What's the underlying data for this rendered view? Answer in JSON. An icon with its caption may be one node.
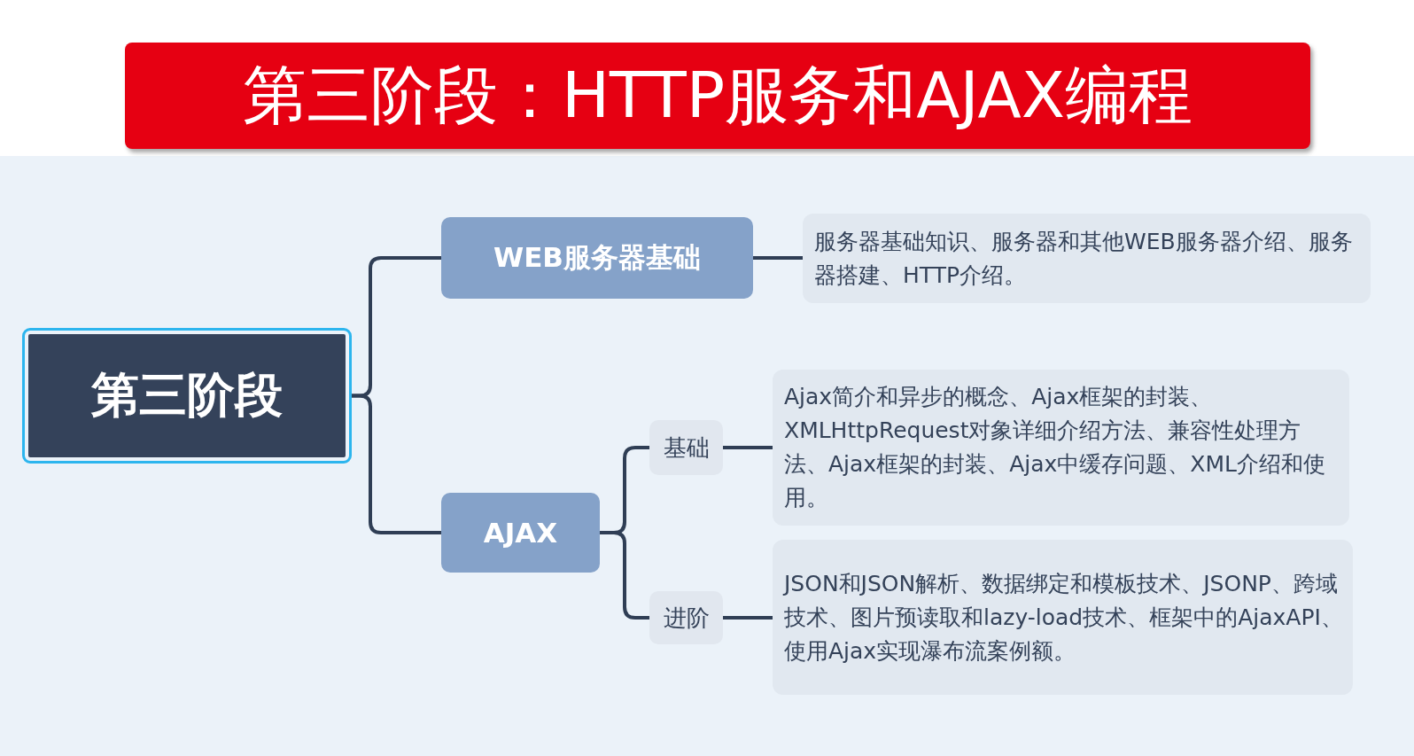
{
  "diagram": {
    "title": "第三阶段：HTTP服务和AJAX编程",
    "nodes": [
      {
        "text": [
          "第三阶段"
        ]
      },
      {
        "text": [
          "WEB服务器基础"
        ]
      },
      {
        "text": [
          "服务器基础知识、服务器和其他WEB服务器介绍、服务器搭建、HTTP介绍。"
        ]
      },
      {
        "text": [
          "AJAX"
        ]
      },
      {
        "text": [
          "基础"
        ]
      },
      {
        "text": [
          "Ajax简介和异步的概念、Ajax框架的封装、XMLHttpRequest对象详细介绍方法、兼容性处理方法、Ajax框架的封装、Ajax中缓存问题、XML介绍和使用。"
        ]
      },
      {
        "text": [
          "进阶"
        ]
      },
      {
        "text": [
          "JSON和JSON解析、数据绑定和模板技术、JSONP、跨域技术、图片预读取和lazy-load技术、框架中的AjaxAPI、使用Ajax实现瀑布流案例额。"
        ]
      }
    ],
    "edges": [
      {
        "from": 0,
        "to": 1,
        "arrow": "none"
      },
      {
        "from": 1,
        "to": 2,
        "arrow": "none"
      },
      {
        "from": 0,
        "to": 3,
        "arrow": "none"
      },
      {
        "from": 3,
        "to": 4,
        "arrow": "none"
      },
      {
        "from": 4,
        "to": 5,
        "arrow": "none"
      },
      {
        "from": 3,
        "to": 6,
        "arrow": "none"
      },
      {
        "from": 6,
        "to": 7,
        "arrow": "none"
      }
    ]
  }
}
